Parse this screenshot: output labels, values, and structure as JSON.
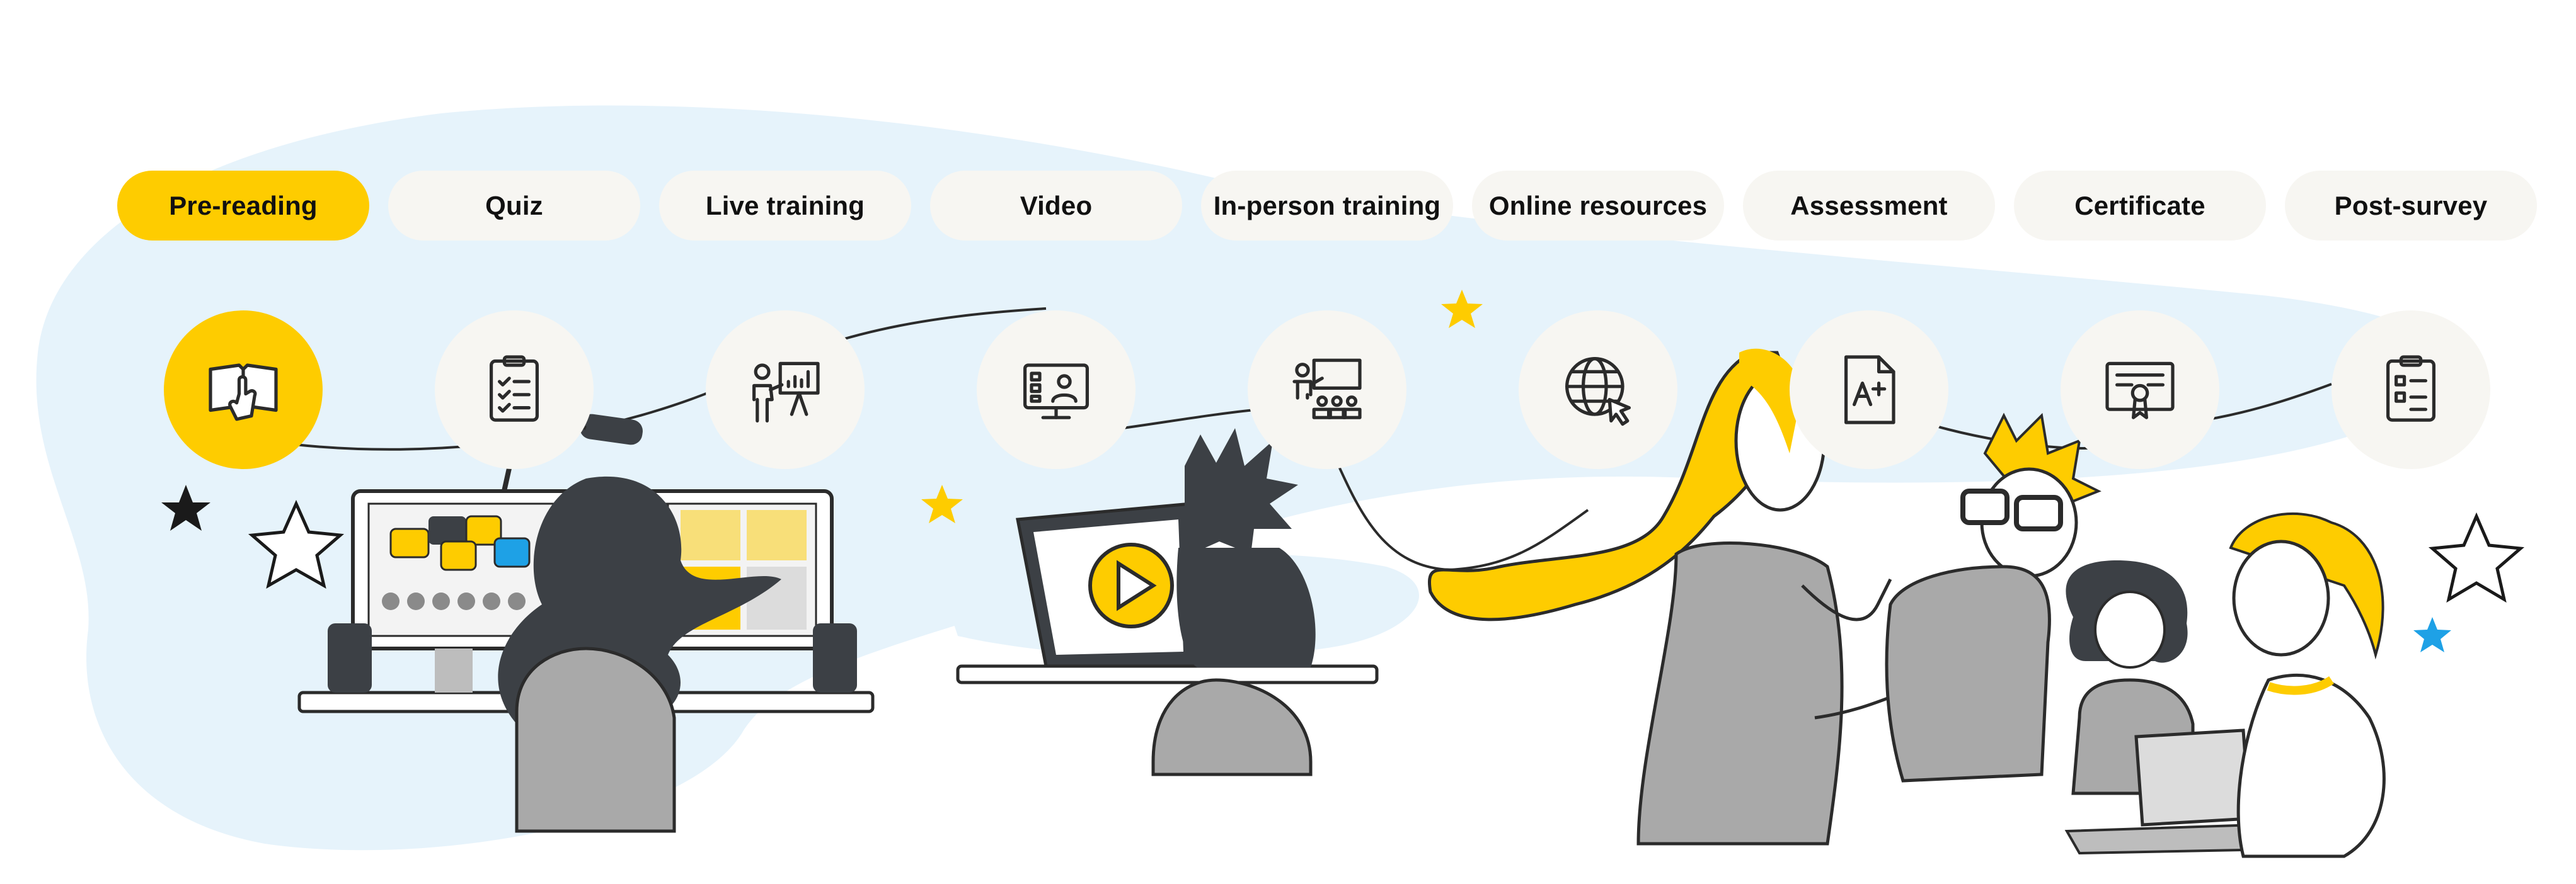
{
  "steps": [
    {
      "label": "Pre-reading",
      "icon": "book-hand-icon",
      "active": true
    },
    {
      "label": "Quiz",
      "icon": "clipboard-checklist-icon",
      "active": false
    },
    {
      "label": "Live training",
      "icon": "presenter-board-icon",
      "active": false
    },
    {
      "label": "Video",
      "icon": "video-lesson-monitor-icon",
      "active": false
    },
    {
      "label": "In-person training",
      "icon": "classroom-icon",
      "active": false
    },
    {
      "label": "Online resources",
      "icon": "globe-cursor-icon",
      "active": false
    },
    {
      "label": "Assessment",
      "icon": "graded-document-icon",
      "active": false
    },
    {
      "label": "Certificate",
      "icon": "certificate-icon",
      "active": false
    },
    {
      "label": "Post-survey",
      "icon": "survey-clipboard-icon",
      "active": false
    }
  ],
  "colors": {
    "accent": "#fecc00",
    "pill_bg": "#f7f6f2",
    "ink": "#2b2b2b",
    "wash": "#e6f3fb",
    "dark_fill": "#3c4045",
    "gray_fill": "#a9a9a9"
  }
}
